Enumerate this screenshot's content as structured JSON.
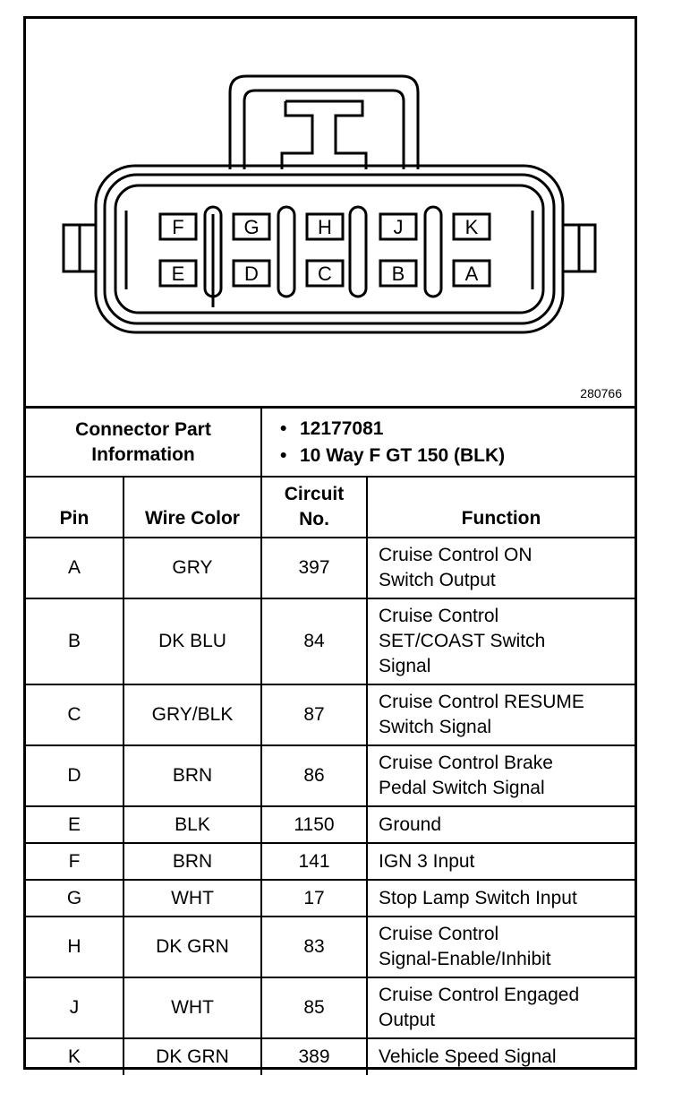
{
  "figure": {
    "id_text": "280766",
    "pins_top": [
      "F",
      "G",
      "H",
      "J",
      "K"
    ],
    "pins_bottom": [
      "E",
      "D",
      "C",
      "B",
      "A"
    ]
  },
  "connector_info": {
    "label_line1": "Connector Part",
    "label_line2": "Information",
    "part_number": "12177081",
    "description": "10 Way F GT 150 (BLK)"
  },
  "columns": {
    "pin": "Pin",
    "wire_color": "Wire Color",
    "circuit_line1": "Circuit",
    "circuit_line2": "No.",
    "function": "Function"
  },
  "rows": [
    {
      "pin": "A",
      "color": "GRY",
      "circuit": "397",
      "function": [
        "Cruise Control ON",
        "Switch Output"
      ]
    },
    {
      "pin": "B",
      "color": "DK BLU",
      "circuit": "84",
      "function": [
        "Cruise Control",
        "SET/COAST Switch",
        "Signal"
      ]
    },
    {
      "pin": "C",
      "color": "GRY/BLK",
      "circuit": "87",
      "function": [
        "Cruise Control RESUME",
        "Switch Signal"
      ]
    },
    {
      "pin": "D",
      "color": "BRN",
      "circuit": "86",
      "function": [
        "Cruise Control Brake",
        "Pedal Switch Signal"
      ]
    },
    {
      "pin": "E",
      "color": "BLK",
      "circuit": "1150",
      "function": [
        "Ground"
      ]
    },
    {
      "pin": "F",
      "color": "BRN",
      "circuit": "141",
      "function": [
        "IGN 3 Input"
      ]
    },
    {
      "pin": "G",
      "color": "WHT",
      "circuit": "17",
      "function": [
        "Stop Lamp Switch Input"
      ]
    },
    {
      "pin": "H",
      "color": "DK GRN",
      "circuit": "83",
      "function": [
        "Cruise Control",
        "Signal-Enable/Inhibit"
      ]
    },
    {
      "pin": "J",
      "color": "WHT",
      "circuit": "85",
      "function": [
        "Cruise Control Engaged",
        "Output"
      ]
    },
    {
      "pin": "K",
      "color": "DK GRN",
      "circuit": "389",
      "function": [
        "Vehicle Speed Signal"
      ]
    }
  ]
}
